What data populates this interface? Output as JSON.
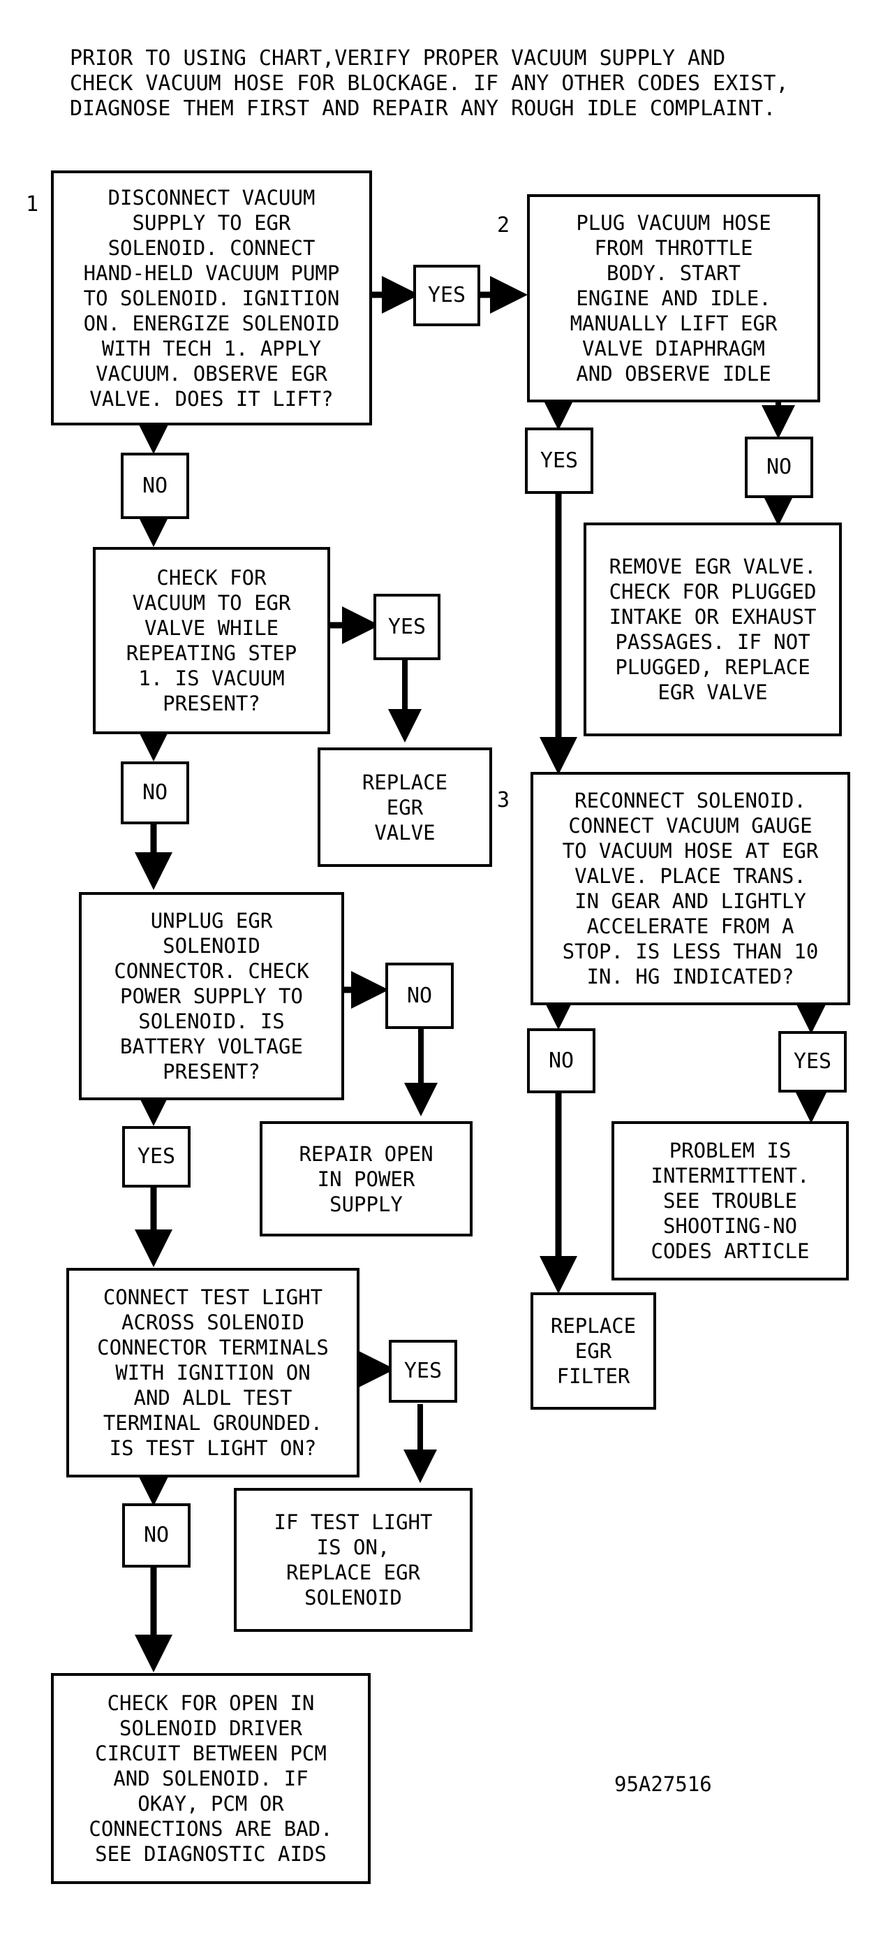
{
  "header": {
    "note": "PRIOR TO USING CHART,VERIFY PROPER VACUUM SUPPLY AND\nCHECK VACUUM HOSE FOR BLOCKAGE. IF ANY OTHER CODES EXIST,\nDIAGNOSE THEM FIRST AND REPAIR ANY ROUGH IDLE COMPLAINT."
  },
  "steps": {
    "step1_num": "1",
    "step2_num": "2",
    "step3_num": "3"
  },
  "boxes": {
    "step1": "DISCONNECT VACUUM\nSUPPLY TO EGR\nSOLENOID. CONNECT\nHAND-HELD VACUUM PUMP\nTO SOLENOID. IGNITION\nON. ENERGIZE SOLENOID\nWITH TECH 1. APPLY\nVACUUM. OBSERVE EGR\nVALVE. DOES IT LIFT?",
    "step2": "PLUG VACUUM HOSE\nFROM THROTTLE\nBODY. START\nENGINE AND IDLE.\nMANUALLY LIFT EGR\nVALVE DIAPHRAGM\nAND OBSERVE IDLE",
    "remove_egr": "REMOVE EGR VALVE.\nCHECK FOR PLUGGED\nINTAKE OR EXHAUST\nPASSAGES. IF NOT\nPLUGGED, REPLACE\nEGR VALVE",
    "check_vacuum": "CHECK FOR\nVACUUM TO EGR\nVALVE WHILE\nREPEATING STEP\n1. IS VACUUM\nPRESENT?",
    "replace_egr_valve": "REPLACE\nEGR\nVALVE",
    "step3": "RECONNECT SOLENOID.\nCONNECT VACUUM GAUGE\nTO VACUUM HOSE AT EGR\nVALVE. PLACE TRANS.\nIN GEAR AND LIGHTLY\nACCELERATE FROM A\nSTOP. IS LESS THAN 10\nIN. HG INDICATED?",
    "unplug_solenoid": "UNPLUG EGR\nSOLENOID\nCONNECTOR. CHECK\nPOWER SUPPLY TO\nSOLENOID. IS\nBATTERY VOLTAGE\nPRESENT?",
    "repair_open": "REPAIR OPEN\nIN POWER\nSUPPLY",
    "intermittent": "PROBLEM IS\nINTERMITTENT.\nSEE TROUBLE\nSHOOTING-NO\nCODES ARTICLE",
    "replace_filter": "REPLACE\nEGR\nFILTER",
    "test_light": "CONNECT TEST LIGHT\nACROSS SOLENOID\nCONNECTOR TERMINALS\nWITH IGNITION ON\nAND ALDL TEST\nTERMINAL GROUNDED.\nIS TEST LIGHT ON?",
    "replace_solenoid": "IF TEST LIGHT\nIS ON,\nREPLACE EGR\nSOLENOID",
    "check_open": "CHECK FOR OPEN IN\nSOLENOID DRIVER\nCIRCUIT BETWEEN PCM\nAND SOLENOID. IF\nOKAY, PCM OR\nCONNECTIONS ARE BAD.\nSEE DIAGNOSTIC AIDS"
  },
  "labels": {
    "yes": "YES",
    "no": "NO"
  },
  "figure_id": "95A27516"
}
